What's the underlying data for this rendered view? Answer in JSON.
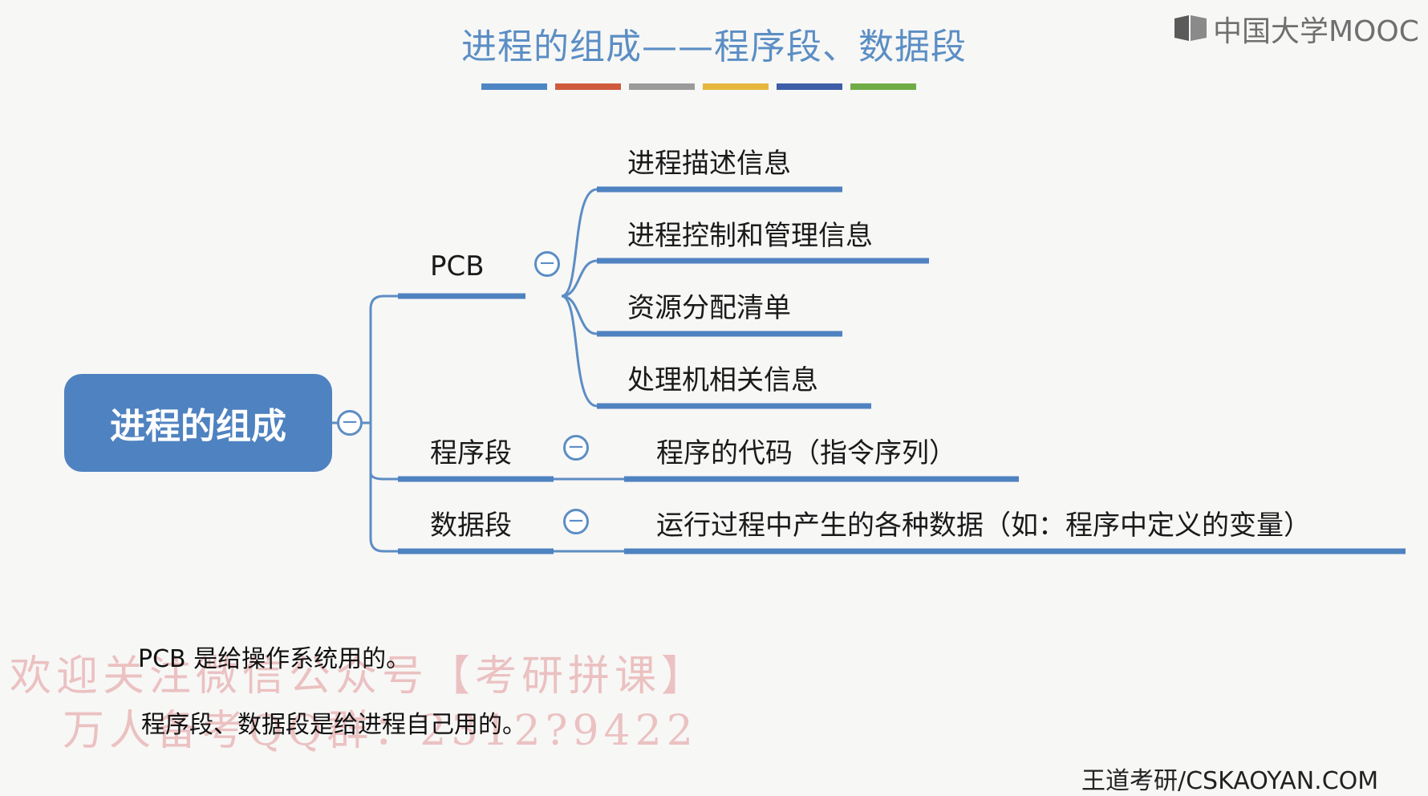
{
  "slide": {
    "title": "进程的组成——程序段、数据段",
    "title_color": "#5b8ec4",
    "bar_colors": [
      "#4e86c4",
      "#cf5b3c",
      "#9b9b9b",
      "#e6b73c",
      "#3f5ea8",
      "#6fac46"
    ]
  },
  "logo": {
    "text": "中国大学MOOC",
    "icon": "mooc-book-icon"
  },
  "mindmap": {
    "root": "进程的组成",
    "pcb": {
      "label": "PCB",
      "children": [
        "进程描述信息",
        "进程控制和管理信息",
        "资源分配清单",
        "处理机相关信息"
      ]
    },
    "code_segment": {
      "label": "程序段",
      "child": "程序的代码（指令序列）"
    },
    "data_segment": {
      "label": "数据段",
      "child": "运行过程中产生的各种数据（如：程序中定义的变量）"
    },
    "collapse_symbol": "−",
    "line_color": "#5d8dc4"
  },
  "notes": {
    "line1": "PCB 是给操作系统用的。",
    "line2": "程序段、数据段是给进程自己用的。"
  },
  "watermark": {
    "line1": "欢迎关注微信公众号【考研拼课】",
    "line2": "万人备考QQ群：2312?9422"
  },
  "footer": "王道考研/CSKAOYAN.COM"
}
